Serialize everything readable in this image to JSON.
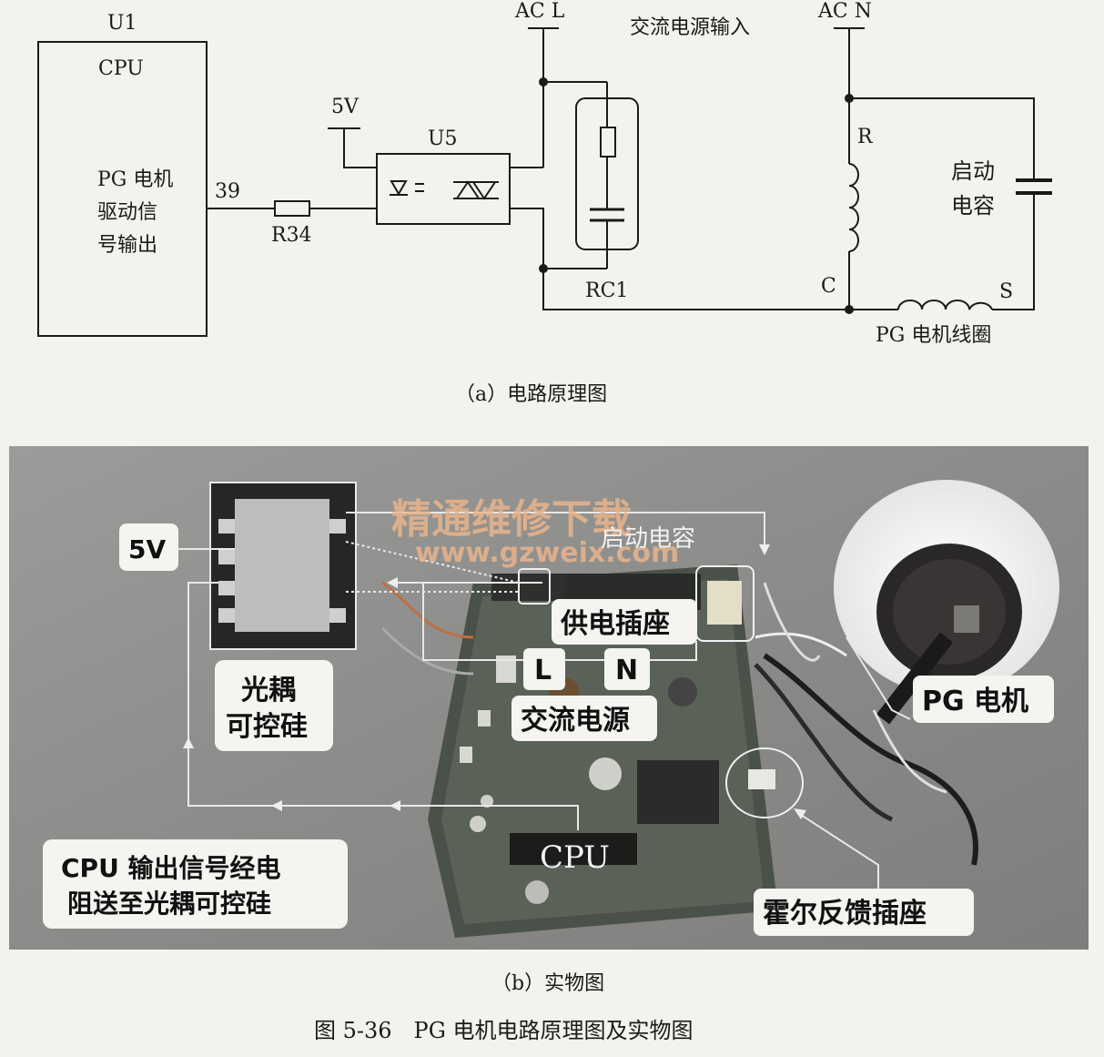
{
  "schematic": {
    "u1": "U1",
    "cpu": "CPU",
    "cpu_func": [
      "PG 电机",
      "驱动信",
      "号输出"
    ],
    "pin": "39",
    "r34": "R34",
    "v5": "5V",
    "u5": "U5",
    "acl": "AC L",
    "acn": "AC N",
    "ac_in": "交流电源输入",
    "r": "R",
    "c": "C",
    "s": "S",
    "rc1": "RC1",
    "cap": [
      "启动",
      "电容"
    ],
    "coil": "PG 电机线圈",
    "caption": "（a）电路原理图"
  },
  "photo": {
    "v5": "5V",
    "opto": [
      "光耦",
      "可控硅"
    ],
    "watermark_cn": "精通维修下载",
    "watermark_url": "www.gzweix.com",
    "start_cap": "启动电容",
    "supply_socket": "供电插座",
    "l": "L",
    "n": "N",
    "ac_power": "交流电源",
    "pg_motor": "PG 电机",
    "cpu": "CPU",
    "cpu_signal": [
      "CPU 输出信号经电",
      "阻送至光耦可控硅"
    ],
    "hall": "霍尔反馈插座",
    "caption": "（b）实物图"
  },
  "figure_caption": "图 5-36　PG 电机电路原理图及实物图"
}
